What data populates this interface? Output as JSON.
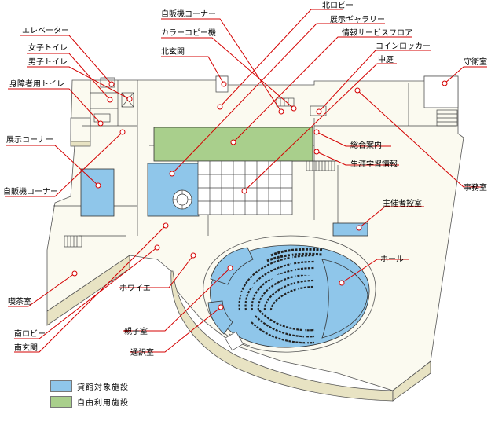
{
  "labels": {
    "elevator": "エレベーター",
    "womens_toilet": "女子トイレ",
    "mens_toilet": "男子トイレ",
    "accessible_toilet": "身障者用トイレ",
    "exhibit_corner": "展示コーナー",
    "vending_corner_left": "自販機コーナー",
    "cafe": "喫茶室",
    "south_lobby": "南ロビー",
    "south_entrance": "南玄関",
    "vending_corner_top": "自販機コーナー",
    "color_copier": "カラーコピー機",
    "north_entrance": "北玄関",
    "north_lobby": "北ロビー",
    "exhibit_gallery": "展示ギャラリー",
    "info_service_floor": "情報サービスフロア",
    "coin_locker": "コインロッカー",
    "courtyard": "中庭",
    "guard_room": "守衛室",
    "general_info": "総合案内",
    "lifelong_learning": "生涯学習情報",
    "office": "事務室",
    "organizer_room": "主催者控室",
    "hall": "ホール",
    "foyer": "ホワイエ",
    "family_room": "親子室",
    "interpretation_room": "通訳室"
  },
  "legend": {
    "rental": {
      "label": "貸館対象施設",
      "color": "#8fc6ea"
    },
    "free": {
      "label": "自由利用施設",
      "color": "#a9cf8c"
    }
  },
  "colors": {
    "callout": "#d40000",
    "rental_area": "#8fc6ea",
    "free_area": "#a9cf8c"
  }
}
